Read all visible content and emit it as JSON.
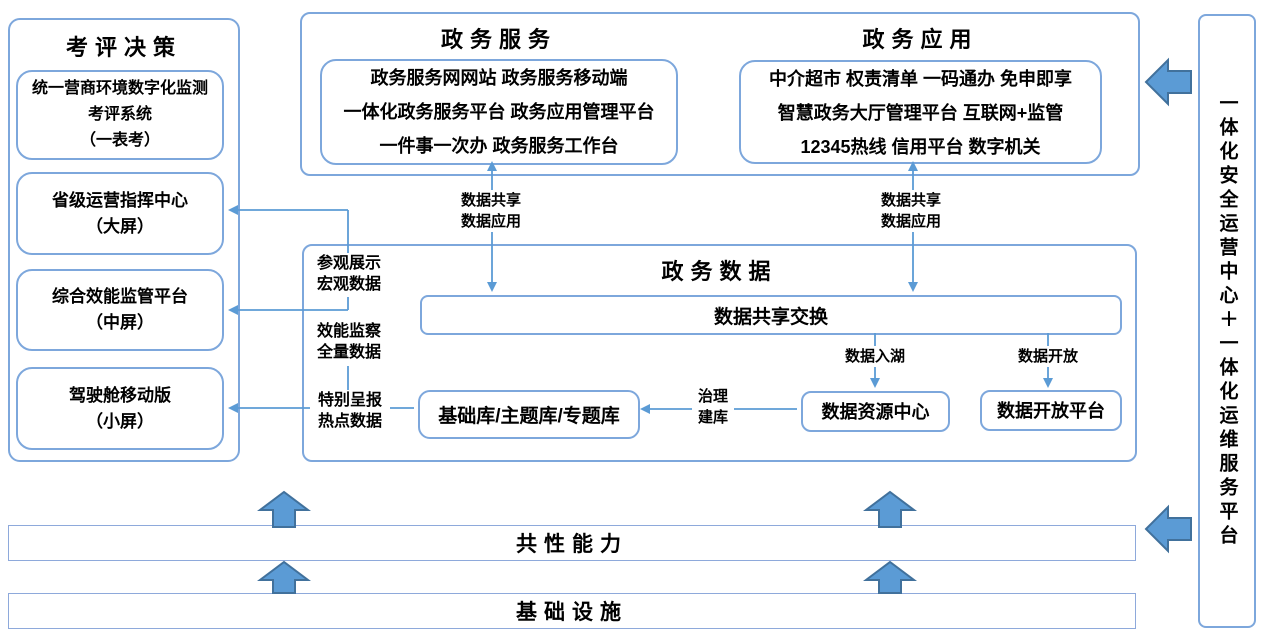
{
  "palette": {
    "thin_line_blue": "#5b9bd5",
    "block_arrow_fill": "#5b9bd5",
    "block_arrow_stroke": "#41719c",
    "box_border_blue": "#7da7dc",
    "bar_border_blue": "#8ea9db",
    "text_color": "#000000"
  },
  "left_panel": {
    "title": "考评决策",
    "boxes": [
      {
        "lines": [
          "统一营商环境数字化监测",
          "考评系统",
          "（一表考）"
        ]
      },
      {
        "lines": [
          "省级运营指挥中心",
          "（大屏）"
        ]
      },
      {
        "lines": [
          "综合效能监管平台",
          "（中屏）"
        ]
      },
      {
        "lines": [
          "驾驶舱移动版",
          "（小屏）"
        ]
      }
    ]
  },
  "top_panel": {
    "services": {
      "title": "政务服务",
      "lines": [
        "政务服务网网站 政务服务移动端",
        "一体化政务服务平台 政务应用管理平台",
        "一件事一次办 政务服务工作台"
      ]
    },
    "applications": {
      "title": "政务应用",
      "lines": [
        "中介超市 权责清单 一码通办 免申即享",
        "智慧政务大厅管理平台 互联网+监管",
        "12345热线 信用平台 数字机关"
      ]
    }
  },
  "data_panel": {
    "title": "政务数据",
    "exchange_bar": "数据共享交换",
    "base_db": "基础库/主题库/专题库",
    "resource_center": "数据资源中心",
    "open_platform": "数据开放平台"
  },
  "connectors": {
    "share_left": [
      "数据共享",
      "数据应用"
    ],
    "share_right": [
      "数据共享",
      "数据应用"
    ],
    "data_lake": "数据入湖",
    "data_open": "数据开放",
    "govern": [
      "治理",
      "建库"
    ],
    "display_macro": [
      "参观展示",
      "宏观数据"
    ],
    "efficiency_full": [
      "效能监察",
      "全量数据"
    ],
    "special_hot": [
      "特别呈报",
      "热点数据"
    ]
  },
  "capability_bar": "共性能力",
  "infrastructure_bar": "基础设施",
  "right_panel": {
    "text": "一体化安全运营中心＋一体化运维服务平台"
  }
}
